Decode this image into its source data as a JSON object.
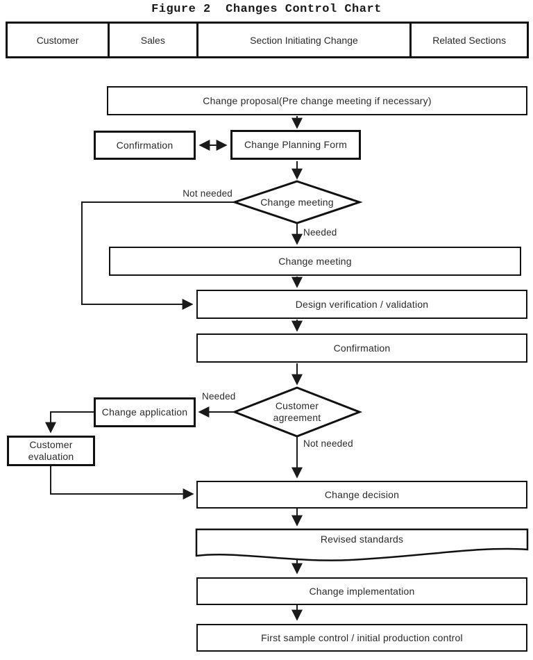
{
  "figure": {
    "title": "Figure 2  Changes Control Chart"
  },
  "header": {
    "columns": [
      "Customer",
      "Sales",
      "Section Initiating Change",
      "Related Sections"
    ]
  },
  "nodes": {
    "change_proposal": {
      "label": "Change proposal(Pre change meeting if necessary)",
      "shape": "process"
    },
    "confirmation_1": {
      "label": "Confirmation",
      "shape": "process"
    },
    "change_planning_form": {
      "label": "Change Planning Form",
      "shape": "process"
    },
    "change_meeting_decision": {
      "label": "Change meeting",
      "shape": "decision"
    },
    "change_meeting": {
      "label": "Change meeting",
      "shape": "process"
    },
    "design_verification": {
      "label": "Design verification / validation",
      "shape": "process"
    },
    "confirmation_2": {
      "label": "Confirmation",
      "shape": "process"
    },
    "customer_agreement": {
      "label": "Customer agreement",
      "line1": "Customer",
      "line2": "agreement",
      "shape": "decision"
    },
    "change_application": {
      "label": "Change application",
      "shape": "process"
    },
    "customer_evaluation": {
      "label": "Customer evaluation",
      "line1": "Customer",
      "line2": "evaluation",
      "shape": "process"
    },
    "change_decision": {
      "label": "Change decision",
      "shape": "process"
    },
    "revised_standards": {
      "label": "Revised standards",
      "shape": "document"
    },
    "change_implementation": {
      "label": "Change implementation",
      "shape": "process"
    },
    "first_sample_control": {
      "label": "First sample control / initial production control",
      "shape": "process"
    }
  },
  "edge_labels": {
    "meeting_not_needed": "Not needed",
    "meeting_needed": "Needed",
    "agreement_needed": "Needed",
    "agreement_not_needed": "Not needed"
  },
  "colors": {
    "ink": "#1a1a1a",
    "box_fill": "#ffffff",
    "text": "#2a2a2a",
    "background": "#ffffff"
  }
}
